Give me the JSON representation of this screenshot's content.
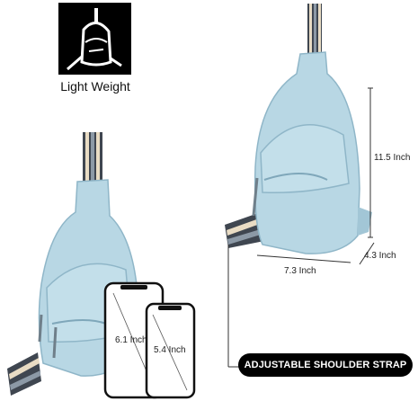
{
  "feature": {
    "label": "Light Weight",
    "icon": "sling-bag-icon"
  },
  "dimensions": {
    "height": "11.5 Inch",
    "depth": "4.3 Inch",
    "width": "7.3 Inch"
  },
  "phones": {
    "large": "6.1 Inch",
    "small": "5.4 Inch"
  },
  "badge": {
    "label": "ADJUSTABLE SHOULDER STRAP"
  },
  "colors": {
    "bag": "#b8d7e4",
    "bag_shadow": "#8fb6c8",
    "strap_stripes": [
      "#3f4650",
      "#e9dcc4",
      "#8c99a6"
    ]
  }
}
